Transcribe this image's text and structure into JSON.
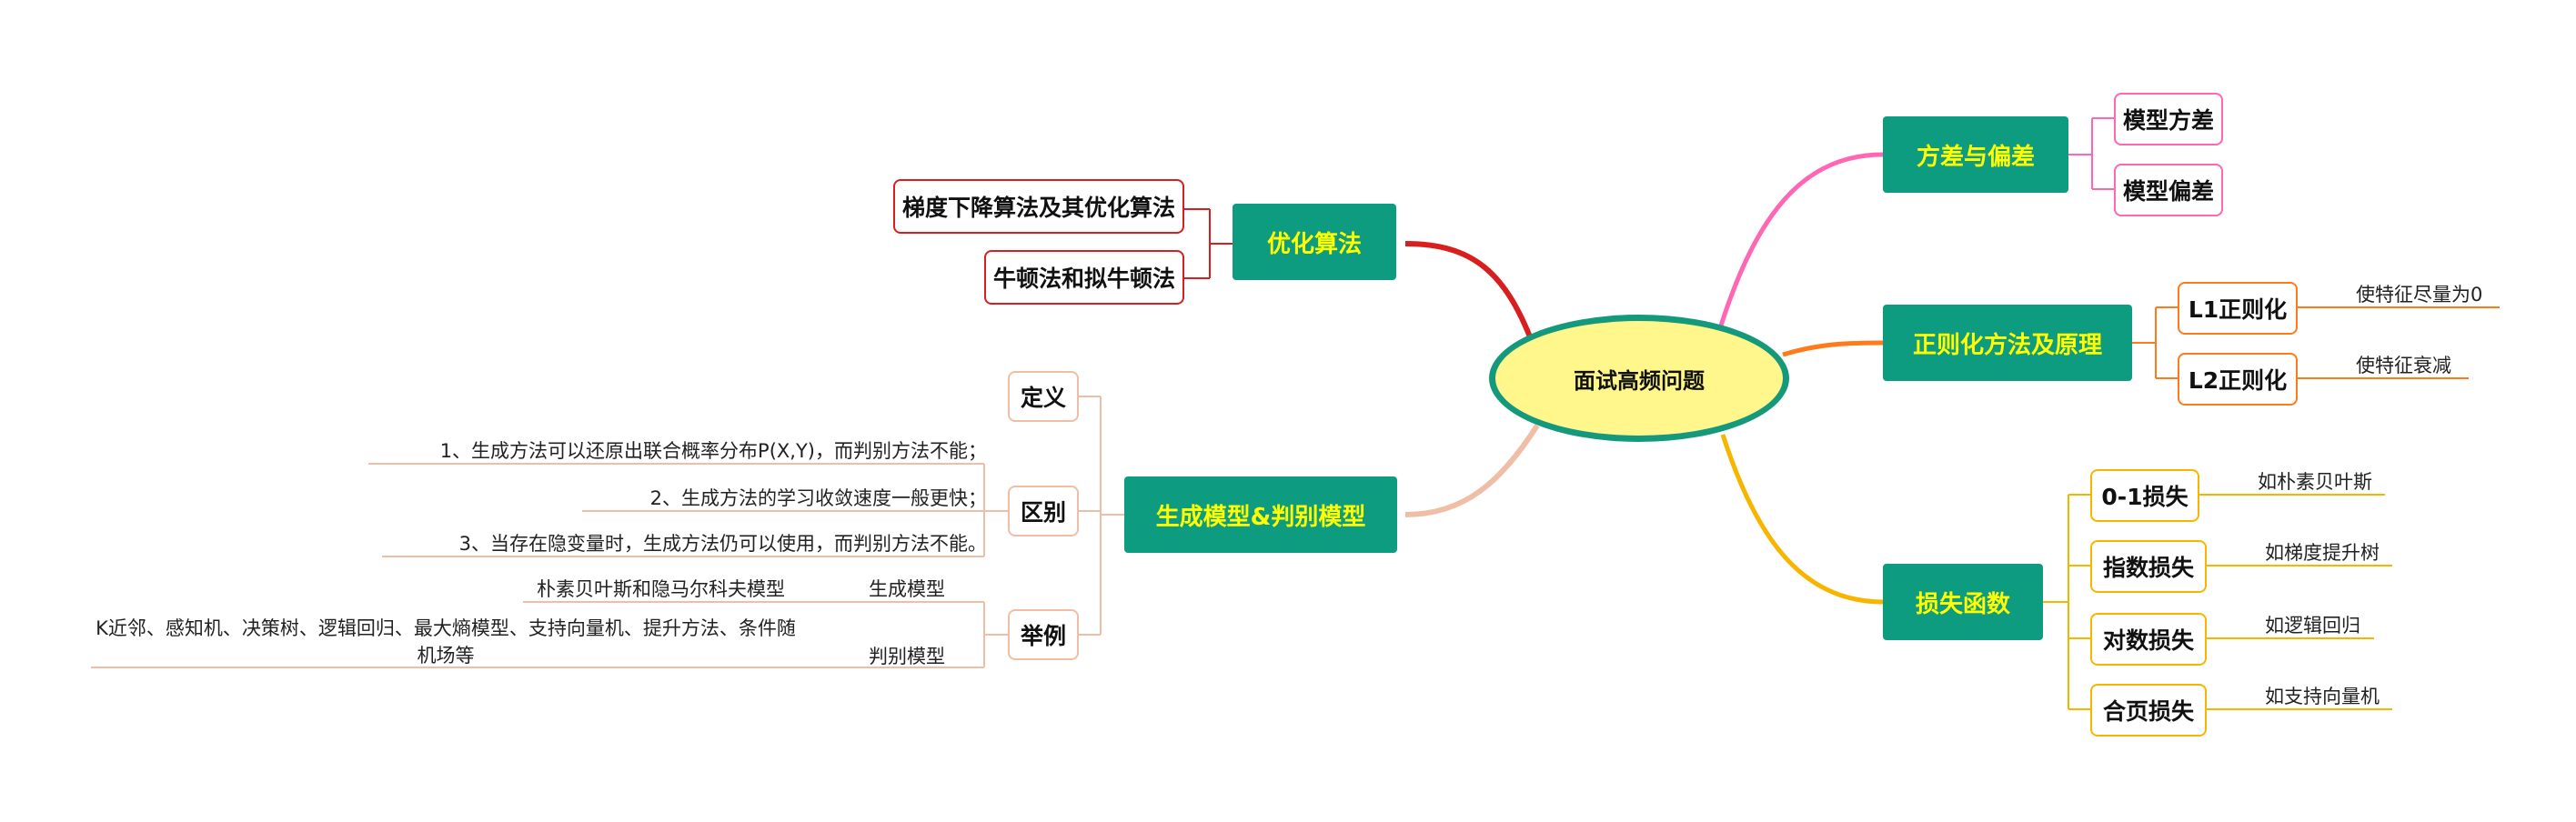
{
  "root": {
    "label": "面试高频问题"
  },
  "colors": {
    "root_fill": "#fff78c",
    "root_border": "#14997c",
    "branch_fill": "#0e9c80",
    "branch_text": "#ffff00",
    "optimization": "#d81e1e",
    "generative": "#f0bea6",
    "variance": "#ff66b3",
    "regularization": "#ff7a1a",
    "loss": "#f7b500"
  },
  "branches": {
    "optimization": {
      "label": "优化算法",
      "children": [
        "梯度下降算法及其优化算法",
        "牛顿法和拟牛顿法"
      ]
    },
    "generative": {
      "label": "生成模型&判别模型",
      "definition": {
        "label": "定义"
      },
      "difference": {
        "label": "区别",
        "notes": [
          "1、生成方法可以还原出联合概率分布P(X,Y)，而判别方法不能；",
          "2、生成方法的学习收敛速度一般更快；",
          "3、当存在隐变量时，生成方法仍可以使用，而判别方法不能。"
        ]
      },
      "examples": {
        "label": "举例",
        "generative_tag": "生成模型",
        "generative_text": "朴素贝叶斯和隐马尔科夫模型",
        "discriminative_tag": "判别模型",
        "discriminative_text": "K近邻、感知机、决策树、逻辑回归、最大熵模型、支持向量机、提升方法、条件随机场等"
      }
    },
    "variance": {
      "label": "方差与偏差",
      "children": [
        "模型方差",
        "模型偏差"
      ]
    },
    "regularization": {
      "label": "正则化方法及原理",
      "children": [
        {
          "label": "L1正则化",
          "note": "使特征尽量为0"
        },
        {
          "label": "L2正则化",
          "note": "使特征衰减"
        }
      ]
    },
    "loss": {
      "label": "损失函数",
      "children": [
        {
          "label": "0-1损失",
          "note": "如朴素贝叶斯"
        },
        {
          "label": "指数损失",
          "note": "如梯度提升树"
        },
        {
          "label": "对数损失",
          "note": "如逻辑回归"
        },
        {
          "label": "合页损失",
          "note": "如支持向量机"
        }
      ]
    }
  }
}
